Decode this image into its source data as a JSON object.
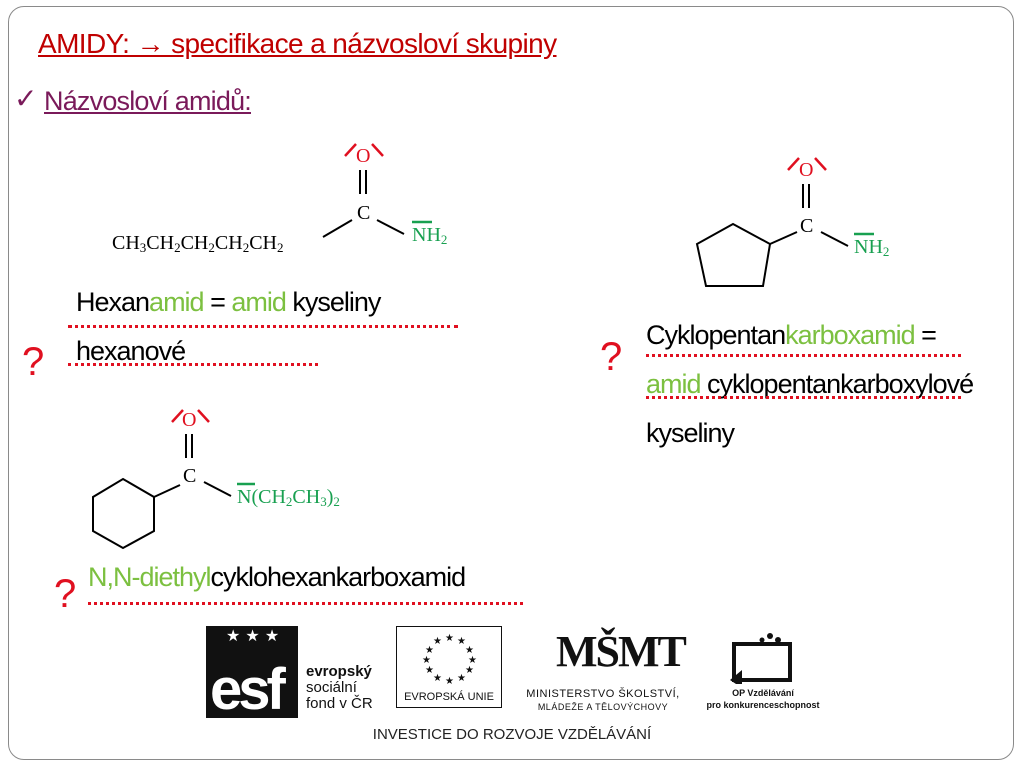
{
  "slide": {
    "title": "AMIDY: → specifikace a názvosloví skupiny",
    "subtitle_check": "✓",
    "subtitle": "Názvosloví amidů:"
  },
  "molecule1": {
    "chain": "CH3CH2CH2CH2CH2",
    "carbon": "C",
    "oxygen": "O",
    "amine": "NH2"
  },
  "name1": {
    "part1": "Hexan",
    "part2": "amid",
    "part3": " = ",
    "part4": "amid",
    "part5": " kyseliny",
    "line2": "hexanové",
    "question": "?"
  },
  "molecule2": {
    "carbon": "C",
    "oxygen": "O",
    "amine": "NH2"
  },
  "name2": {
    "part1": "Cyklopentan",
    "part2": "karboxamid",
    "part3": " =",
    "line2a": "amid",
    "line2b": " cyklopentankarboxylové",
    "line3": "kyseliny",
    "question": "?"
  },
  "molecule3": {
    "carbon": "C",
    "oxygen": "O",
    "amine": "N(CH2CH3)2"
  },
  "name3": {
    "part1": "N,N-diethyl",
    "part2": "cyklohexankarboxamid",
    "question": "?"
  },
  "footer": {
    "esf_lines": [
      "evropský",
      "sociální",
      "fond v ČR"
    ],
    "eu_label": "EVROPSKÁ UNIE",
    "msmt_line1": "MINISTERSTVO ŠKOLSTVÍ,",
    "msmt_line2": "MLÁDEŽE A TĚLOVÝCHOVY",
    "op_line1": "OP Vzdělávání",
    "op_line2": "pro konkurenceschopnost",
    "investice": "INVESTICE DO ROZVOJE VZDĚLÁVÁNÍ"
  },
  "colors": {
    "title_red": "#c00000",
    "subtitle_purple": "#7a1a5a",
    "oxygen_red": "#e01020",
    "nitrogen_green": "#18a050",
    "highlight_lime": "#7cc040"
  }
}
